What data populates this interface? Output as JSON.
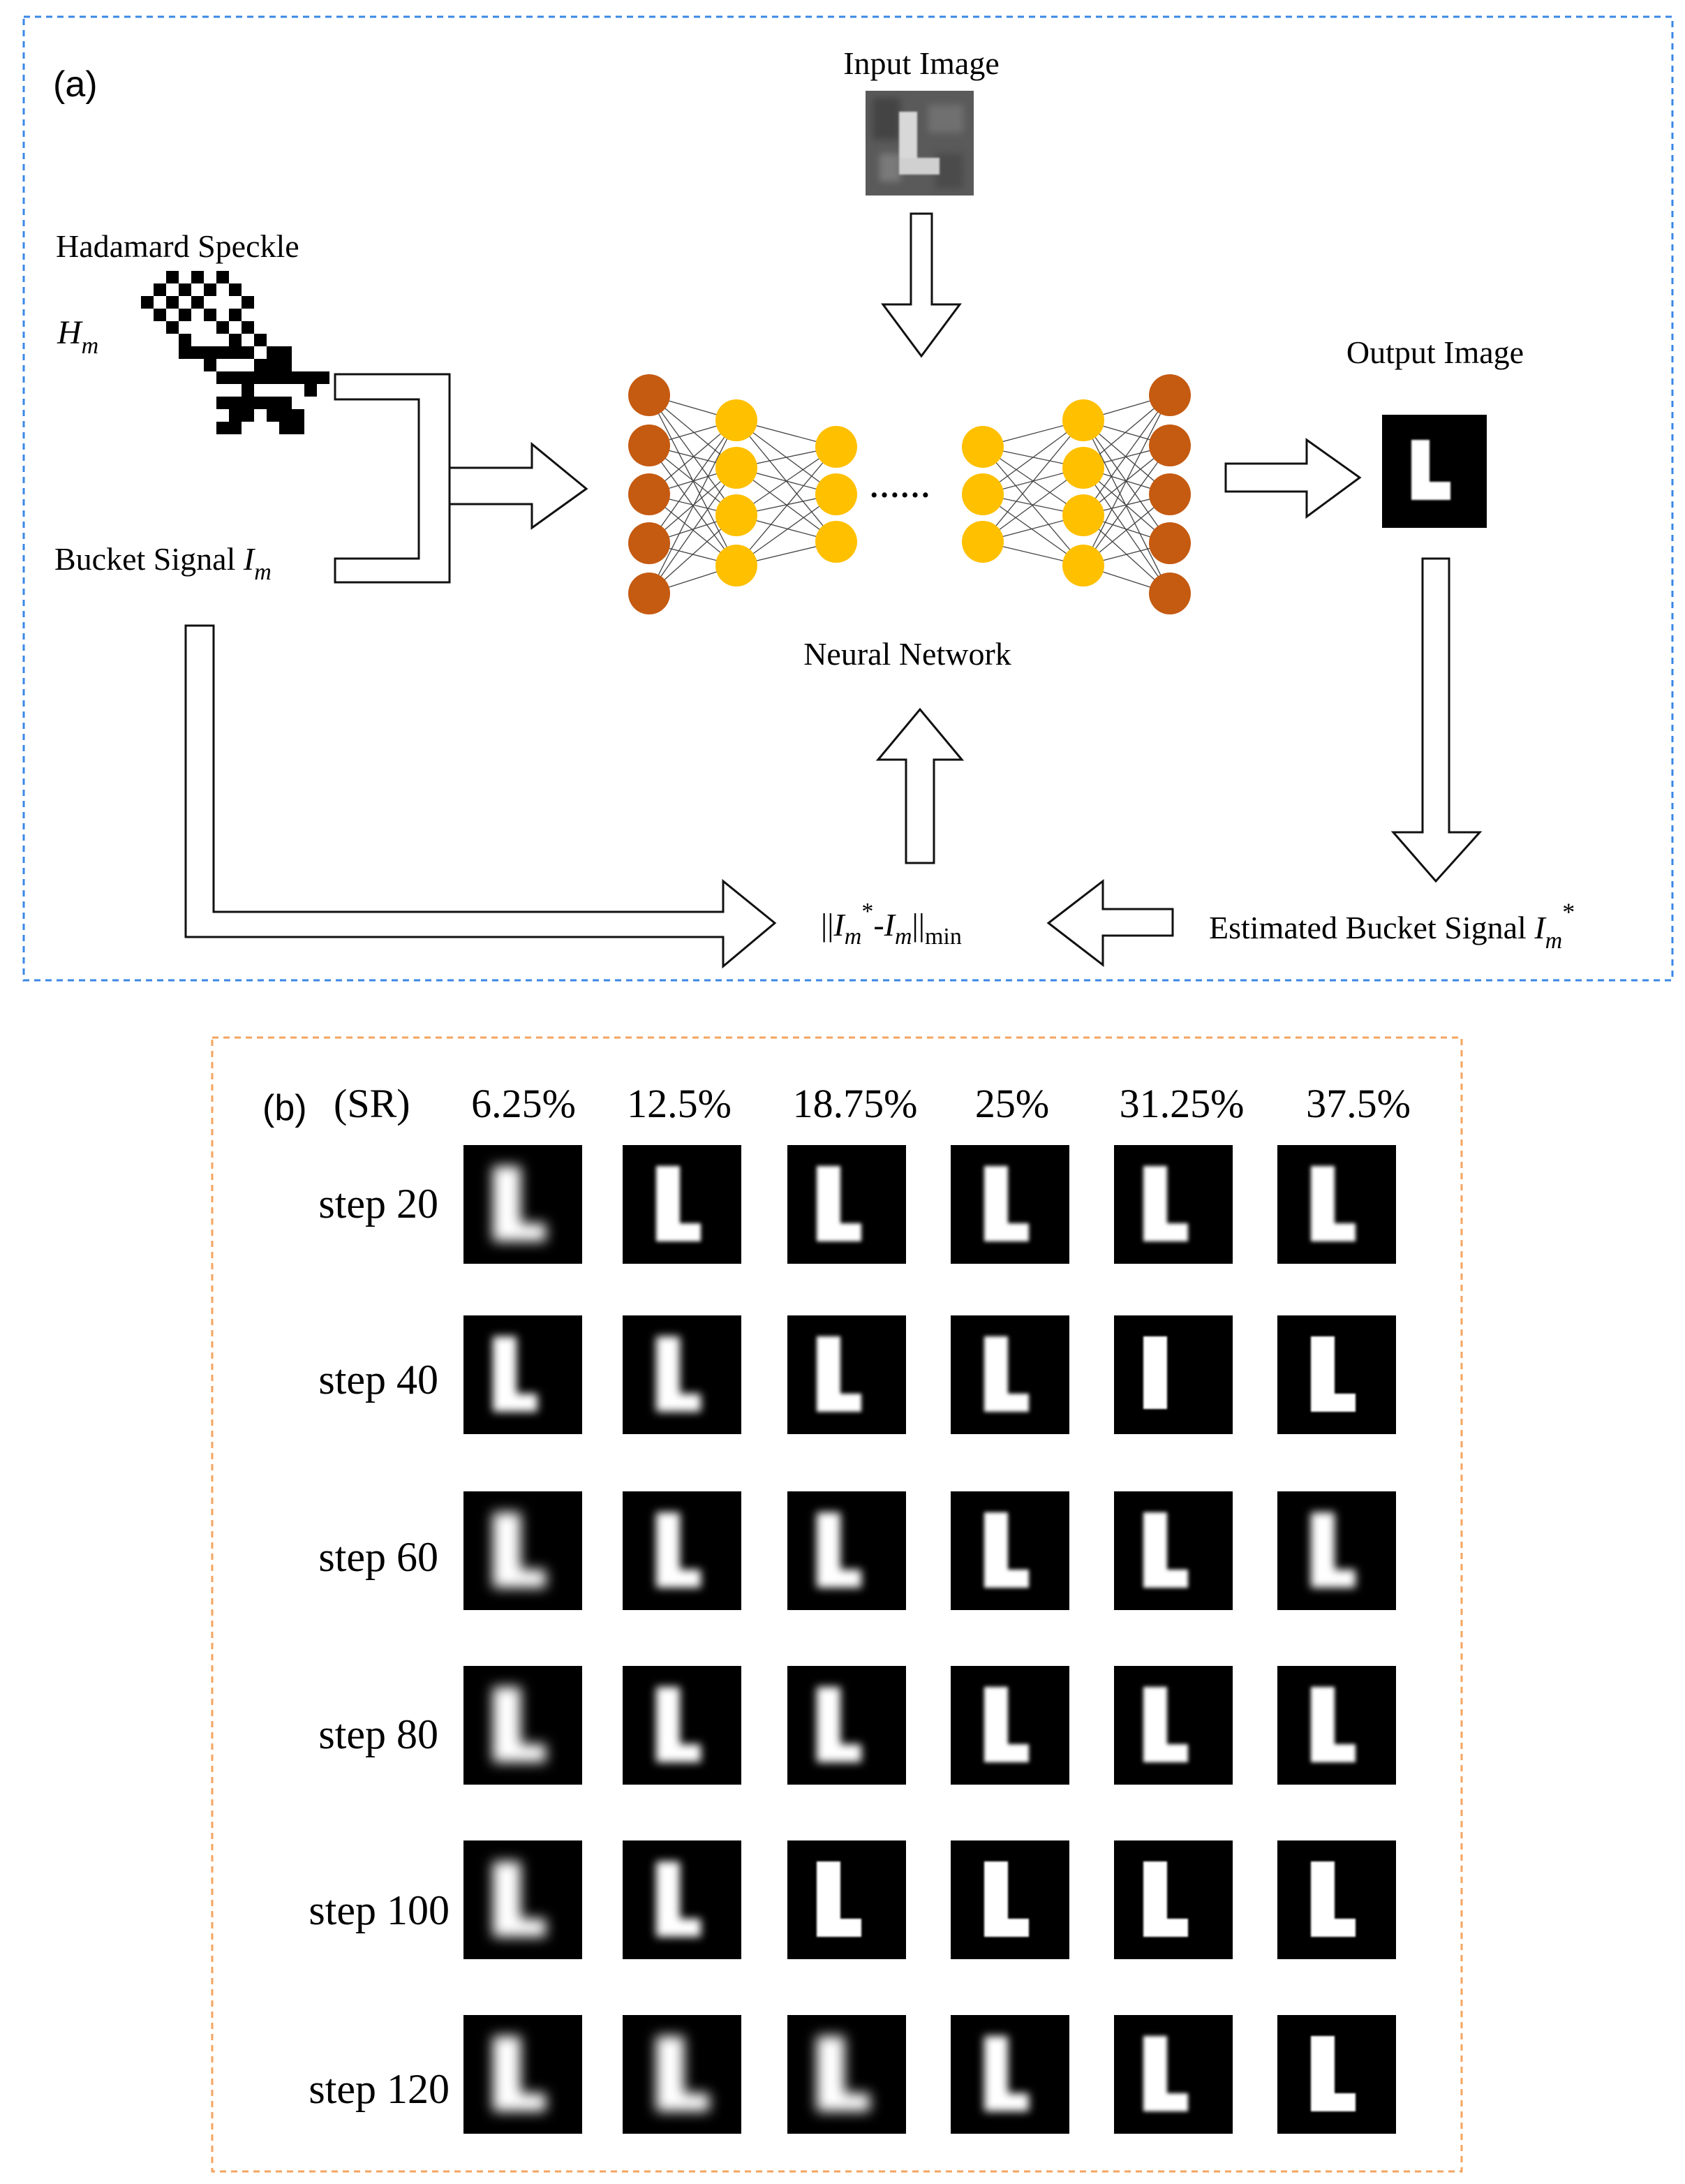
{
  "panel_a": {
    "label": "(a)",
    "input_image_label": "Input Image",
    "hadamard_label": "Hadamard Speckle",
    "hm_symbol": "H",
    "hm_sub": "m",
    "bucket_text": "Bucket Signal ",
    "bucket_symbol": "I",
    "bucket_sub": "m",
    "neural_network_label": "Neural Network",
    "dots": "……",
    "output_image_label": "Output Image",
    "estimated_text": "Estimated Bucket Signal ",
    "estimated_symbol": "I",
    "estimated_sub": "m",
    "estimated_sup": "*",
    "loss": {
      "open": "||",
      "symbol1": "I",
      "sub1": "m",
      "sup1": "*",
      "minus": "-",
      "symbol2": "I",
      "sub2": "m",
      "close": "||",
      "sub_min": "min"
    },
    "colors": {
      "border": "#3a87e6",
      "outer_neuron": "#c55a11",
      "inner_neuron": "#ffc000"
    }
  },
  "panel_b": {
    "label": "(b)",
    "sr_header": "(SR)",
    "columns": [
      "6.25%",
      "12.5%",
      "18.75%",
      "25%",
      "31.25%",
      "37.5%"
    ],
    "rows": [
      "step 20",
      "step 40",
      "step 60",
      "step 80",
      "step 100",
      "step 120"
    ],
    "colors": {
      "border": "#f4a460"
    }
  }
}
